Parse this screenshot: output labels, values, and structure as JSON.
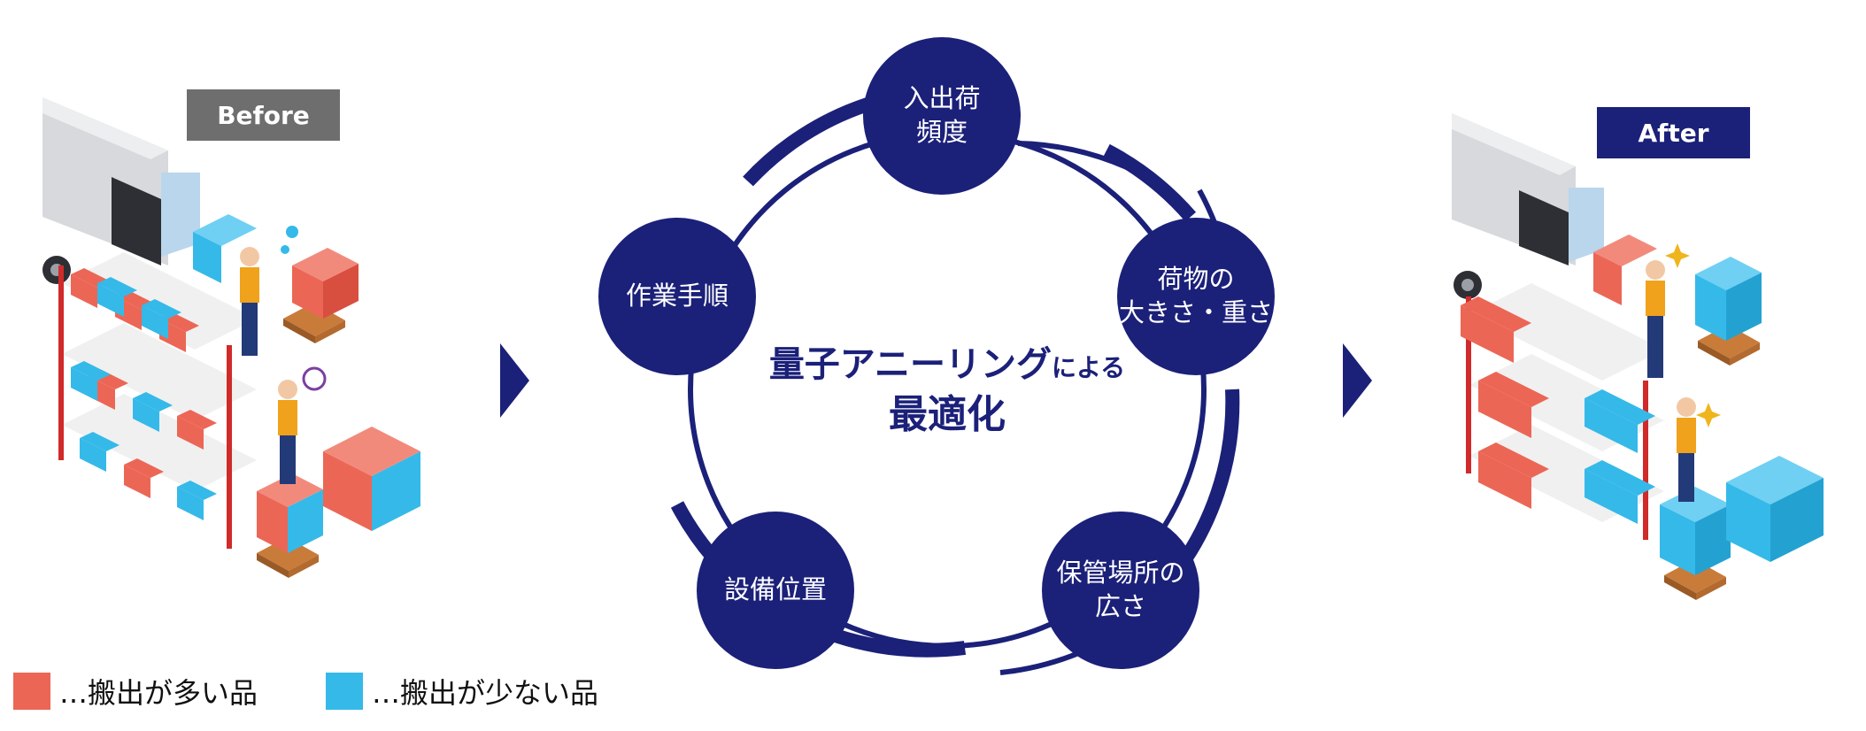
{
  "colors": {
    "navy": "#1b2079",
    "red": "#ec6656",
    "blue": "#35b9e9",
    "grey": "#6e6e6e"
  },
  "before_label": "Before",
  "after_label": "After",
  "center": {
    "line1_main": "量子アニーリング",
    "line1_suffix": "による",
    "line2": "最適化"
  },
  "nodes": [
    {
      "id": "frequency",
      "text": "入出荷\n頻度"
    },
    {
      "id": "cargo",
      "text": "荷物の\n大きさ・重さ"
    },
    {
      "id": "storage",
      "text": "保管場所の\n広さ"
    },
    {
      "id": "equipment",
      "text": "設備位置"
    },
    {
      "id": "procedure",
      "text": "作業手順"
    }
  ],
  "legend": [
    {
      "label": "…搬出が多い品",
      "color": "#ec6656"
    },
    {
      "label": "…搬出が少ない品",
      "color": "#35b9e9"
    }
  ]
}
